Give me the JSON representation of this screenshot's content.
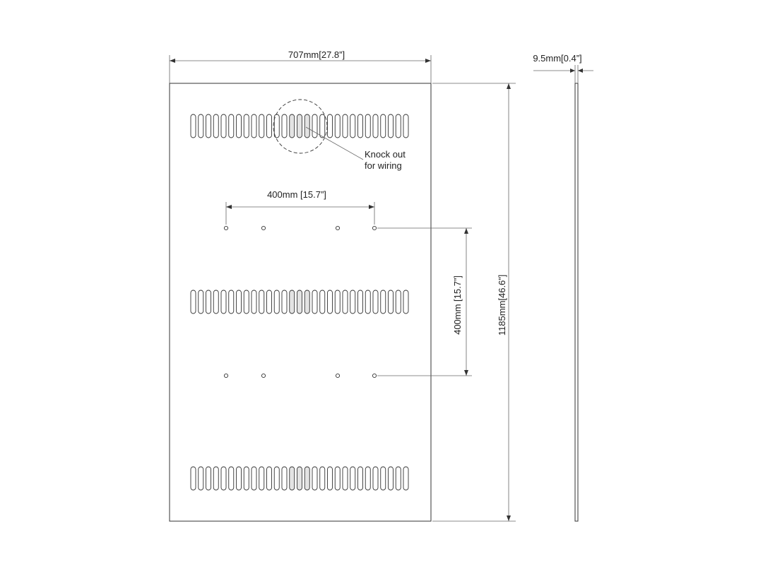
{
  "dimensions": {
    "width_label": "707mm[27.8”]",
    "thickness_label": "9.5mm[0.4”]",
    "height_label": "1185mm[46.6”]",
    "hole_spacing_horizontal_label": "400mm [15.7”]",
    "hole_spacing_vertical_label": "400mm [15.7”]"
  },
  "callout": {
    "line1": "Knock out",
    "line2": "for wiring"
  },
  "slot_rows": {
    "count": 3,
    "slots_per_row": 29,
    "shaded_slots": [
      13,
      14,
      15
    ]
  },
  "mounting_holes": {
    "rows": 2,
    "per_row": 4
  }
}
